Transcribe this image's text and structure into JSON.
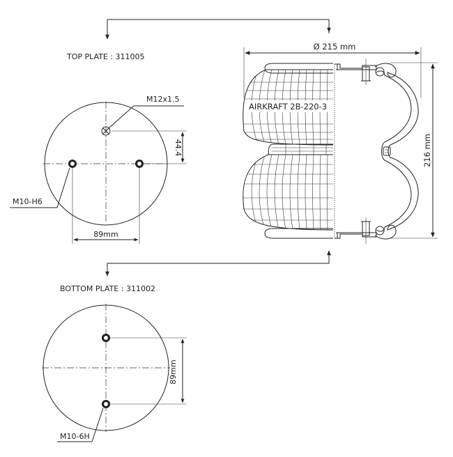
{
  "top_plate": {
    "title": "TOP PLATE : 311005",
    "thread_label": "M12x1.5",
    "hole_label": "M10-H6",
    "vertical_dim": "44.4",
    "horizontal_dim": "89mm"
  },
  "bottom_plate": {
    "title": "BOTTOM PLATE : 311002",
    "vertical_dim": "89mm",
    "hole_label": "M10-6H"
  },
  "air_spring": {
    "diameter_label": "Ø 215 mm",
    "height_label": "216 mm",
    "model_label": "AIRKRAFT 2B-220-3"
  }
}
